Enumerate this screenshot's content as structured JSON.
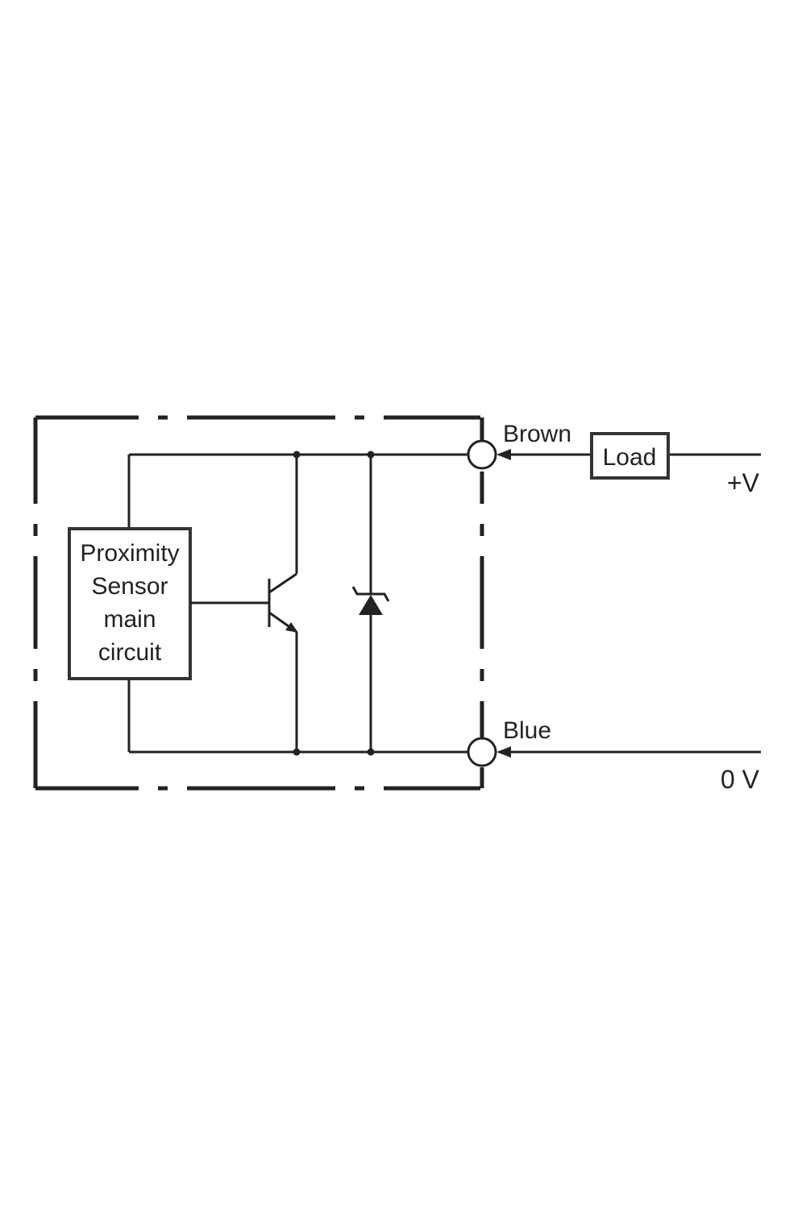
{
  "diagram": {
    "sensor_block": {
      "lines": [
        "Proximity",
        "Sensor",
        "main",
        "circuit"
      ]
    },
    "load_label": "Load",
    "terminal_top_label": "Brown",
    "terminal_bottom_label": "Blue",
    "supply_top_label": "+V",
    "supply_bottom_label": "0 V"
  }
}
